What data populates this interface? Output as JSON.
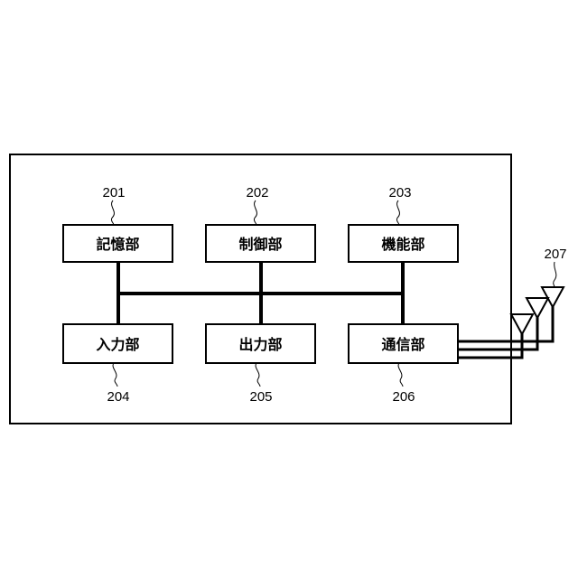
{
  "figure": {
    "units": [
      {
        "id": "storage",
        "label": "記憶部",
        "ref": "201"
      },
      {
        "id": "control",
        "label": "制御部",
        "ref": "202"
      },
      {
        "id": "function",
        "label": "機能部",
        "ref": "203"
      },
      {
        "id": "input",
        "label": "入力部",
        "ref": "204"
      },
      {
        "id": "output",
        "label": "出力部",
        "ref": "205"
      },
      {
        "id": "communication",
        "label": "通信部",
        "ref": "206"
      }
    ],
    "antenna_ref": "207"
  }
}
